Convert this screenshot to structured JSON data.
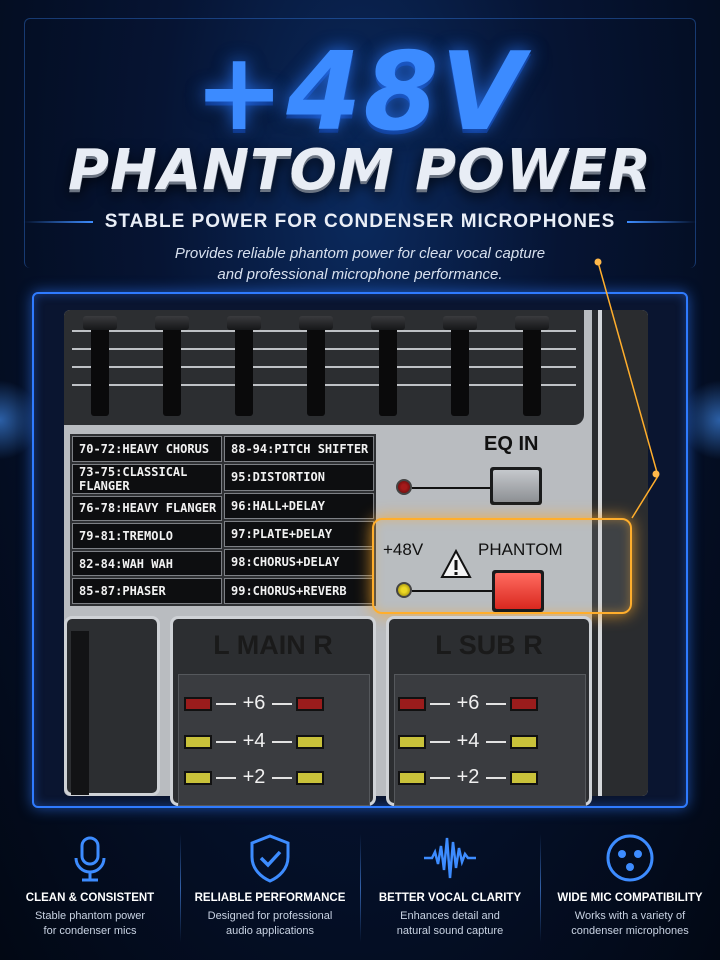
{
  "header": {
    "title_line1": "+48V",
    "title_line2": "PHANTOM POWER",
    "subtitle": "STABLE POWER FOR CONDENSER MICROPHONES",
    "description_line1": "Provides reliable phantom power for clear vocal capture",
    "description_line2": "and professional microphone performance."
  },
  "mixer": {
    "fx_left": [
      "70-72:HEAVY CHORUS",
      "73-75:CLASSICAL FLANGER",
      "76-78:HEAVY FLANGER",
      "79-81:TREMOLO",
      "82-84:WAH WAH",
      "85-87:PHASER"
    ],
    "fx_right": [
      "88-94:PITCH SHIFTER",
      "95:DISTORTION",
      "96:HALL+DELAY",
      "97:PLATE+DELAY",
      "98:CHORUS+DELAY",
      "99:CHORUS+REVERB"
    ],
    "eq_in_label": "EQ IN",
    "v48_label": "+48V",
    "phantom_label": "PHANTOM",
    "main_title": "L MAIN R",
    "sub_title": "L SUB R",
    "meter_levels": [
      "+6",
      "+4",
      "+2"
    ],
    "colors": {
      "phantom_highlight": "#ffae2c",
      "phantom_button": "#e8372c",
      "led_red": "#9a1c1c",
      "led_yellow": "#c9c23a"
    }
  },
  "features": [
    {
      "icon": "microphone-icon",
      "title": "CLEAN & CONSISTENT",
      "desc1": "Stable phantom power",
      "desc2": "for condenser mics"
    },
    {
      "icon": "shield-check-icon",
      "title": "RELIABLE PERFORMANCE",
      "desc1": "Designed for professional",
      "desc2": "audio applications"
    },
    {
      "icon": "waveform-icon",
      "title": "BETTER VOCAL CLARITY",
      "desc1": "Enhances detail and",
      "desc2": "natural sound capture"
    },
    {
      "icon": "xlr-connector-icon",
      "title": "WIDE MIC COMPATIBILITY",
      "desc1": "Works with a variety of",
      "desc2": "condenser microphones"
    }
  ],
  "accent_color": "#2f7bff"
}
